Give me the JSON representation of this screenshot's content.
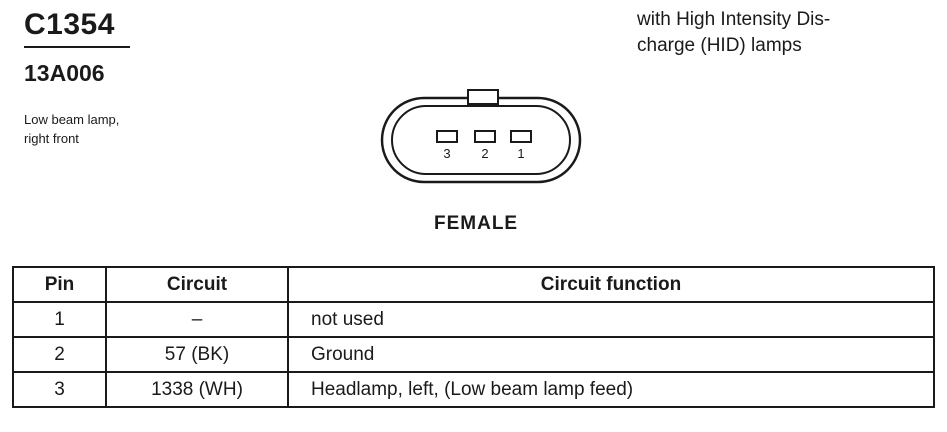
{
  "header": {
    "connector_id": "C1354",
    "part_number": "13A006",
    "description_line1": "Low beam lamp,",
    "description_line2": "right front"
  },
  "note": {
    "line1": "with High Intensity Dis-",
    "line2": "charge (HID) lamps"
  },
  "connector": {
    "pin_labels": [
      "3",
      "2",
      "1"
    ],
    "gender": "FEMALE"
  },
  "table": {
    "headers": [
      "Pin",
      "Circuit",
      "Circuit function"
    ],
    "rows": [
      {
        "pin": "1",
        "circuit": "–",
        "function": "not used"
      },
      {
        "pin": "2",
        "circuit": "57 (BK)",
        "function": "Ground"
      },
      {
        "pin": "3",
        "circuit": "1338 (WH)",
        "function": "Headlamp, left, (Low beam lamp feed)"
      }
    ]
  }
}
